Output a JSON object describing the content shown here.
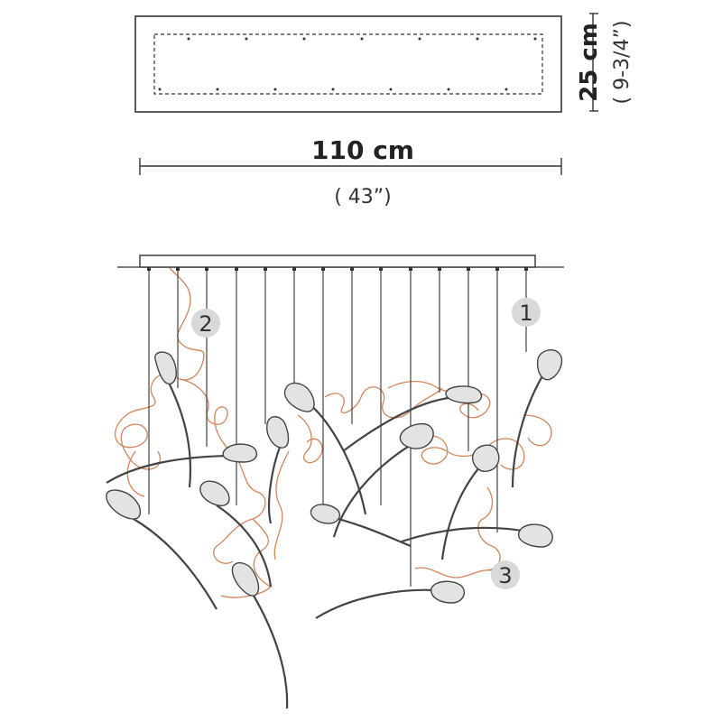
{
  "plan_view": {
    "width_cm": "110 cm",
    "width_in": "( 43”)",
    "depth_cm": "25 cm",
    "depth_in": "( 9-3/4”)"
  },
  "callouts": [
    {
      "label": "1"
    },
    {
      "label": "2"
    },
    {
      "label": "3"
    }
  ],
  "colors": {
    "line": "#333333",
    "wire": "#d4845a",
    "callout_fill": "#d9d9d9",
    "flower_fill": "#dcdcdc"
  },
  "icons": {
    "flower": "tulip-glass-shade-icon",
    "cable": "orange-power-cable-icon"
  }
}
